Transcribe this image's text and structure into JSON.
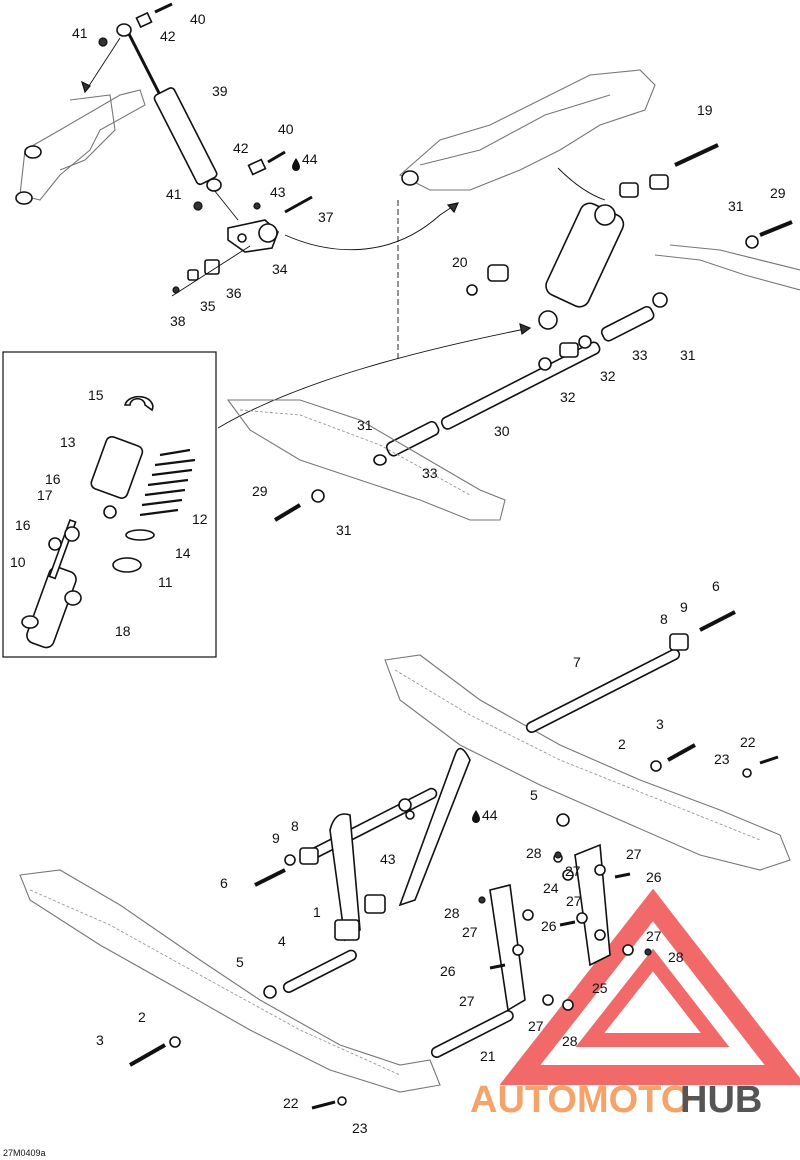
{
  "diagram": {
    "reference_code": "27M0409a",
    "watermark": {
      "part1": "AUTOMOTO",
      "part2": "HUB",
      "accent_color": "#ef4f4f",
      "text_color": "#f4a46a",
      "dark_color": "#555555"
    },
    "callouts": {
      "c40a": "40",
      "c42a": "42",
      "c41a": "41",
      "c39": "39",
      "c40b": "40",
      "c42b": "42",
      "c44a": "44",
      "c43a": "43",
      "c41b": "41",
      "c37": "37",
      "c34": "34",
      "c36": "36",
      "c35": "35",
      "c38": "38",
      "c19": "19",
      "c29a": "29",
      "c31a": "31",
      "c20": "20",
      "c33a": "33",
      "c31b": "31",
      "c32a": "32",
      "c32b": "32",
      "c30": "30",
      "c31c": "31",
      "c33b": "33",
      "c29b": "29",
      "c31d": "31",
      "c15": "15",
      "c13": "13",
      "c16a": "16",
      "c17": "17",
      "c12": "12",
      "c16b": "16",
      "c10": "10",
      "c14": "14",
      "c11": "11",
      "c18": "18",
      "c6a": "6",
      "c9a": "9",
      "c8a": "8",
      "c7": "7",
      "c3a": "3",
      "c2a": "2",
      "c22a": "22",
      "c23a": "23",
      "c5a": "5",
      "c44b": "44",
      "c9b": "9",
      "c8b": "8",
      "c43b": "43",
      "c6b": "6",
      "c1": "1",
      "c4": "4",
      "c28a": "28",
      "c27a": "27",
      "c27b": "27",
      "c26a": "26",
      "c24": "24",
      "c28b": "28",
      "c27c": "27",
      "c26b": "26",
      "c27d": "27",
      "c28c": "28",
      "c26c": "26",
      "c27e": "27",
      "c25": "25",
      "c27f": "27",
      "c28d": "28",
      "c5b": "5",
      "c3b": "3",
      "c2b": "2",
      "c21": "21",
      "c22b": "22",
      "c23b": "23"
    }
  }
}
